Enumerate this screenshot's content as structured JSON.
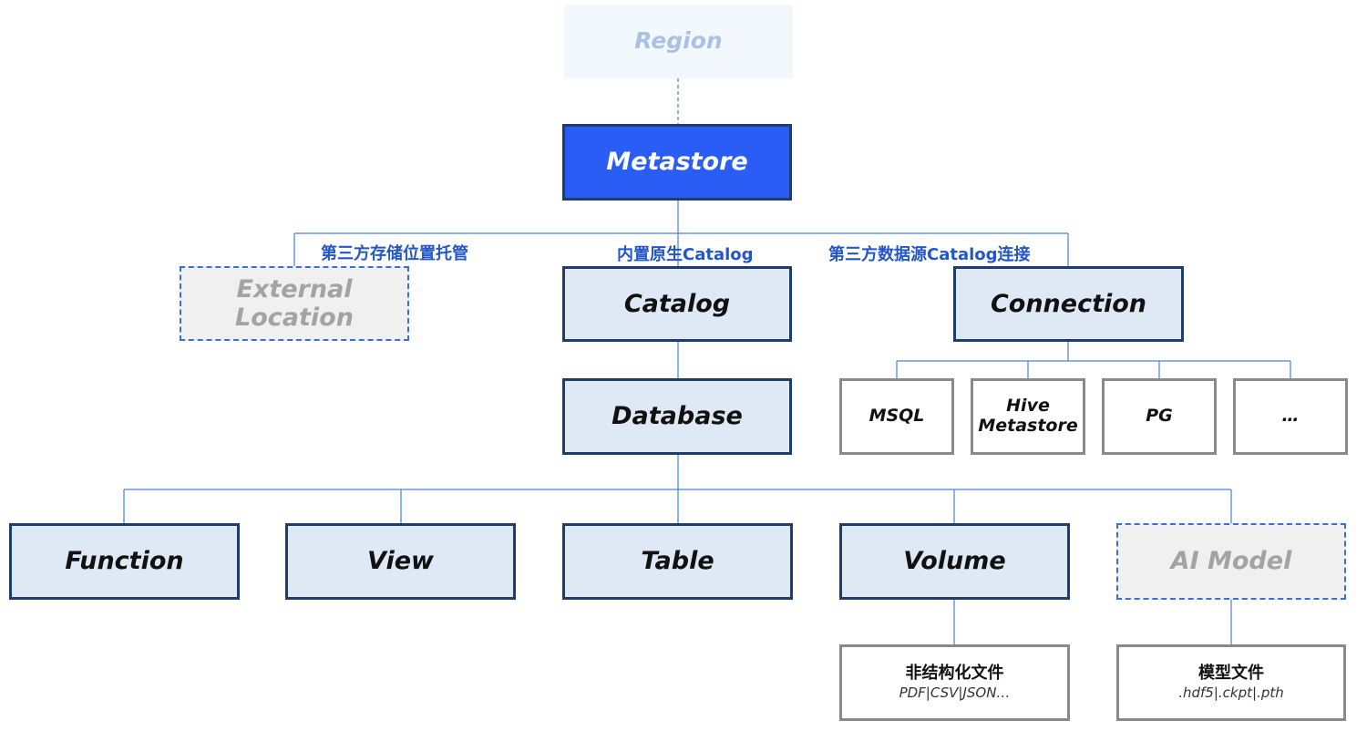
{
  "region": "Region",
  "metastore": "Metastore",
  "edge_labels": {
    "external": "第三方存储位置托管",
    "catalog": "内置原生Catalog",
    "connection": "第三方数据源Catalog连接"
  },
  "external_location": "External Location",
  "catalog": "Catalog",
  "connection": "Connection",
  "connection_types": [
    "MSQL",
    "Hive Metastore",
    "PG",
    "…"
  ],
  "database": "Database",
  "objects": {
    "function": "Function",
    "view": "View",
    "table": "Table",
    "volume": "Volume",
    "ai_model": "AI Model"
  },
  "volume_files": {
    "title": "非结构化文件",
    "formats": "PDF|CSV|JSON…"
  },
  "model_files": {
    "title": "模型文件",
    "formats": ".hdf5|.ckpt|.pth"
  },
  "colors": {
    "connector": "#4a7fe0",
    "box_fill": "#dfe9f5",
    "box_border": "#1f3d6b",
    "metastore_fill": "#2a5df5",
    "label_text": "#2356c9",
    "dashed_border": "#3a6fd8"
  }
}
